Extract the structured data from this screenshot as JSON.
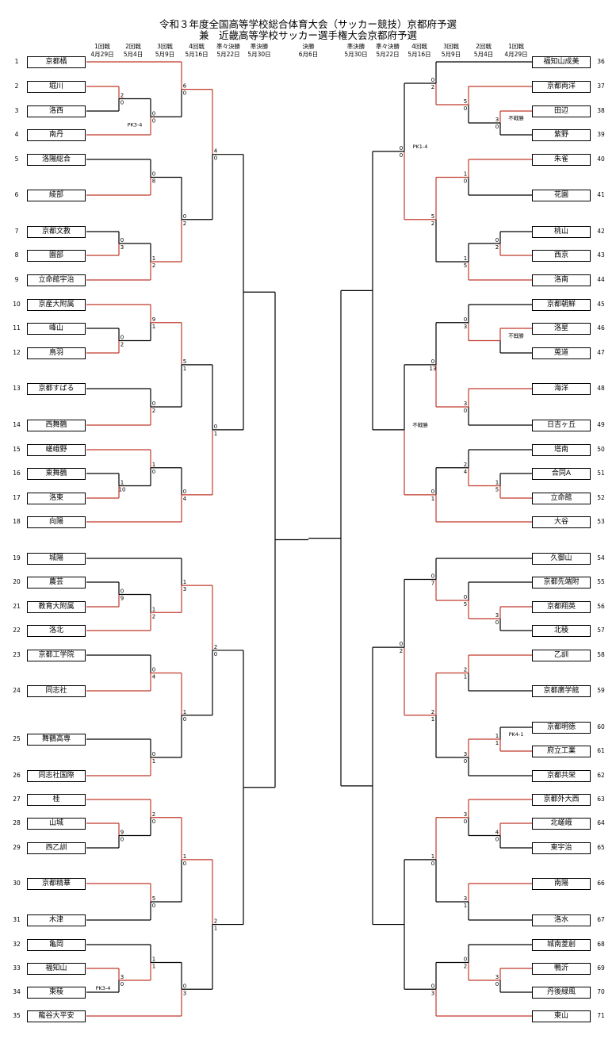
{
  "title": {
    "line1": "令和３年度全国高等学校総合体育大会（サッカー競技）京都府予選",
    "line2": "兼　近畿高等学校サッカー選手権大会京都府予選"
  },
  "round_headers_left": [
    {
      "round": "1回戦",
      "date": "4月29日"
    },
    {
      "round": "2回戦",
      "date": "5月4日"
    },
    {
      "round": "3回戦",
      "date": "5月9日"
    },
    {
      "round": "4回戦",
      "date": "5月16日"
    },
    {
      "round": "準々決勝",
      "date": "5月22日"
    },
    {
      "round": "準決勝",
      "date": "5月30日"
    }
  ],
  "final_header": {
    "round": "決勝",
    "date": "6月6日"
  },
  "round_headers_right": [
    {
      "round": "準決勝",
      "date": "5月30日"
    },
    {
      "round": "準々決勝",
      "date": "5月22日"
    },
    {
      "round": "4回戦",
      "date": "5月16日"
    },
    {
      "round": "3回戦",
      "date": "5月9日"
    },
    {
      "round": "2回戦",
      "date": "5月4日"
    },
    {
      "round": "1回戦",
      "date": "4月29日"
    }
  ],
  "left_teams": [
    {
      "no": "1",
      "name": "京都橘"
    },
    {
      "no": "2",
      "name": "堀川"
    },
    {
      "no": "3",
      "name": "洛西"
    },
    {
      "no": "4",
      "name": "南丹"
    },
    {
      "no": "5",
      "name": "洛陽総合"
    },
    {
      "no": "6",
      "name": "綾部"
    },
    {
      "no": "7",
      "name": "京都文教"
    },
    {
      "no": "8",
      "name": "園部"
    },
    {
      "no": "9",
      "name": "立命館宇治"
    },
    {
      "no": "10",
      "name": "京産大附属"
    },
    {
      "no": "11",
      "name": "峰山"
    },
    {
      "no": "12",
      "name": "鳥羽"
    },
    {
      "no": "13",
      "name": "京都すばる"
    },
    {
      "no": "14",
      "name": "西舞鶴"
    },
    {
      "no": "15",
      "name": "嵯峨野"
    },
    {
      "no": "16",
      "name": "東舞鶴"
    },
    {
      "no": "17",
      "name": "洛東"
    },
    {
      "no": "18",
      "name": "向陽"
    },
    {
      "no": "19",
      "name": "城陽"
    },
    {
      "no": "20",
      "name": "農芸"
    },
    {
      "no": "21",
      "name": "教育大附属"
    },
    {
      "no": "22",
      "name": "洛北"
    },
    {
      "no": "23",
      "name": "京都工学院"
    },
    {
      "no": "24",
      "name": "同志社"
    },
    {
      "no": "25",
      "name": "舞鶴高専"
    },
    {
      "no": "26",
      "name": "同志社国際"
    },
    {
      "no": "27",
      "name": "桂"
    },
    {
      "no": "28",
      "name": "山城"
    },
    {
      "no": "29",
      "name": "西乙訓"
    },
    {
      "no": "30",
      "name": "京都精華"
    },
    {
      "no": "31",
      "name": "木津"
    },
    {
      "no": "32",
      "name": "亀岡"
    },
    {
      "no": "33",
      "name": "福知山"
    },
    {
      "no": "34",
      "name": "東稜"
    },
    {
      "no": "35",
      "name": "龍谷大平安"
    }
  ],
  "right_teams": [
    {
      "no": "36",
      "name": "福知山成美"
    },
    {
      "no": "37",
      "name": "京都両洋"
    },
    {
      "no": "38",
      "name": "田辺"
    },
    {
      "no": "39",
      "name": "紫野"
    },
    {
      "no": "40",
      "name": "朱雀"
    },
    {
      "no": "41",
      "name": "花園"
    },
    {
      "no": "42",
      "name": "桃山"
    },
    {
      "no": "43",
      "name": "西京"
    },
    {
      "no": "44",
      "name": "洛南"
    },
    {
      "no": "45",
      "name": "京都朝鮮"
    },
    {
      "no": "46",
      "name": "洛星"
    },
    {
      "no": "47",
      "name": "莵道"
    },
    {
      "no": "48",
      "name": "海洋"
    },
    {
      "no": "49",
      "name": "日吉ヶ丘"
    },
    {
      "no": "50",
      "name": "塔南"
    },
    {
      "no": "51",
      "name": "合同A"
    },
    {
      "no": "52",
      "name": "立命館"
    },
    {
      "no": "53",
      "name": "大谷"
    },
    {
      "no": "54",
      "name": "久御山"
    },
    {
      "no": "55",
      "name": "京都先端附"
    },
    {
      "no": "56",
      "name": "京都翔英"
    },
    {
      "no": "57",
      "name": "北稜"
    },
    {
      "no": "58",
      "name": "乙訓"
    },
    {
      "no": "59",
      "name": "京都廣学館"
    },
    {
      "no": "60",
      "name": "京都明徳"
    },
    {
      "no": "61",
      "name": "府立工業"
    },
    {
      "no": "62",
      "name": "京都共栄"
    },
    {
      "no": "63",
      "name": "京都外大西"
    },
    {
      "no": "64",
      "name": "北嵯峨"
    },
    {
      "no": "65",
      "name": "東宇治"
    },
    {
      "no": "66",
      "name": "南陽"
    },
    {
      "no": "67",
      "name": "洛水"
    },
    {
      "no": "68",
      "name": "城南菱創"
    },
    {
      "no": "69",
      "name": "鴨沂"
    },
    {
      "no": "70",
      "name": "丹後緑風"
    },
    {
      "no": "71",
      "name": "東山"
    }
  ],
  "matches": [
    {
      "id": "L1",
      "score_top": "2",
      "score_bottom": "0",
      "winner": "top"
    },
    {
      "id": "L2",
      "score_top": "0",
      "score_bottom": "0",
      "winner": "bottom",
      "note": "PK3-4"
    },
    {
      "id": "L3",
      "score_top": "6",
      "score_bottom": "0",
      "winner": "top"
    },
    {
      "id": "L4",
      "score_top": "0",
      "score_bottom": "8",
      "winner": "bottom"
    },
    {
      "id": "L5",
      "score_top": "0",
      "score_bottom": "3",
      "winner": "bottom"
    },
    {
      "id": "L6",
      "score_top": "1",
      "score_bottom": "2",
      "winner": "bottom"
    },
    {
      "id": "L7",
      "score_top": "0",
      "score_bottom": "2",
      "winner": "bottom"
    },
    {
      "id": "L8",
      "score_top": "4",
      "score_bottom": "0",
      "winner": "top"
    },
    {
      "id": "L9",
      "score_top": "0",
      "score_bottom": "2",
      "winner": "bottom"
    },
    {
      "id": "L10",
      "score_top": "9",
      "score_bottom": "1",
      "winner": "top"
    },
    {
      "id": "L11",
      "score_top": "0",
      "score_bottom": "2",
      "winner": "bottom"
    },
    {
      "id": "L12",
      "score_top": "5",
      "score_bottom": "1",
      "winner": "top"
    },
    {
      "id": "L13",
      "score_top": "1",
      "score_bottom": "10",
      "winner": "bottom"
    },
    {
      "id": "L14",
      "score_top": "1",
      "score_bottom": "0",
      "winner": "top"
    },
    {
      "id": "L15",
      "score_top": "0",
      "score_bottom": "4",
      "winner": "bottom"
    },
    {
      "id": "L16",
      "score_top": "0",
      "score_bottom": "1",
      "winner": "bottom"
    },
    {
      "id": "L17",
      "score_top": "0",
      "score_bottom": "9",
      "winner": "bottom"
    },
    {
      "id": "L18",
      "score_top": "1",
      "score_bottom": "2",
      "winner": "bottom"
    },
    {
      "id": "L19",
      "score_top": "1",
      "score_bottom": "3",
      "winner": "bottom"
    },
    {
      "id": "L20",
      "score_top": "0",
      "score_bottom": "4",
      "winner": "bottom"
    },
    {
      "id": "L21",
      "score_top": "0",
      "score_bottom": "1",
      "winner": "bottom"
    },
    {
      "id": "L22",
      "score_top": "1",
      "score_bottom": "0",
      "winner": "top"
    },
    {
      "id": "L23",
      "score_top": "2",
      "score_bottom": "0",
      "winner": "top"
    },
    {
      "id": "L24",
      "score_top": "9",
      "score_bottom": "0",
      "winner": "top"
    },
    {
      "id": "L25",
      "score_top": "2",
      "score_bottom": "0",
      "winner": "top"
    },
    {
      "id": "L26",
      "score_top": "5",
      "score_bottom": "0",
      "winner": "top"
    },
    {
      "id": "L27",
      "score_top": "1",
      "score_bottom": "0",
      "winner": "top"
    },
    {
      "id": "L28",
      "score_top": "3",
      "score_bottom": "0",
      "winner": "top",
      "note": "PK3-4"
    },
    {
      "id": "L29",
      "score_top": "1",
      "score_bottom": "1",
      "winner": "bottom"
    },
    {
      "id": "L30",
      "score_top": "0",
      "score_bottom": "3",
      "winner": "bottom"
    },
    {
      "id": "L31",
      "score_top": "2",
      "score_bottom": "1",
      "winner": "top"
    },
    {
      "id": "R1",
      "score_top": "3",
      "score_bottom": "0",
      "winner": "top",
      "note": "不戦勝"
    },
    {
      "id": "R2",
      "score_top": "5",
      "score_bottom": "0",
      "winner": "top"
    },
    {
      "id": "R3",
      "score_top": "0",
      "score_bottom": "2",
      "winner": "bottom"
    },
    {
      "id": "R4",
      "score_top": "1",
      "score_bottom": "0",
      "winner": "top"
    },
    {
      "id": "R5",
      "score_top": "0",
      "score_bottom": "2",
      "winner": "bottom"
    },
    {
      "id": "R6",
      "score_top": "1",
      "score_bottom": "5",
      "winner": "bottom"
    },
    {
      "id": "R7",
      "score_top": "5",
      "score_bottom": "2",
      "winner": "top"
    },
    {
      "id": "R8",
      "score_top": "0",
      "score_bottom": "0",
      "winner": "bottom",
      "note": "PK1-4"
    },
    {
      "id": "R9",
      "score_top": "",
      "score_bottom": "",
      "winner": "top",
      "note": "不戦勝"
    },
    {
      "id": "R10",
      "score_top": "0",
      "score_bottom": "3",
      "winner": "bottom"
    },
    {
      "id": "R11",
      "score_top": "3",
      "score_bottom": "0",
      "winner": "top"
    },
    {
      "id": "R12",
      "score_top": "0",
      "score_bottom": "13",
      "winner": "bottom"
    },
    {
      "id": "R13",
      "score_top": "1",
      "score_bottom": "5",
      "winner": "bottom"
    },
    {
      "id": "R14",
      "score_top": "2",
      "score_bottom": "4",
      "winner": "bottom"
    },
    {
      "id": "R15",
      "score_top": "0",
      "score_bottom": "1",
      "winner": "bottom"
    },
    {
      "id": "R16",
      "score_top": "",
      "score_bottom": "",
      "winner": "bottom",
      "note": "不戦勝"
    },
    {
      "id": "R17",
      "score_top": "3",
      "score_bottom": "0",
      "winner": "top"
    },
    {
      "id": "R18",
      "score_top": "0",
      "score_bottom": "5",
      "winner": "bottom"
    },
    {
      "id": "R19",
      "score_top": "0",
      "score_bottom": "7",
      "winner": "bottom"
    },
    {
      "id": "R20",
      "score_top": "2",
      "score_bottom": "1",
      "winner": "top"
    },
    {
      "id": "R21",
      "score_top": "1",
      "score_bottom": "1",
      "winner": "bottom",
      "note": "PK4-1"
    },
    {
      "id": "R22",
      "score_top": "3",
      "score_bottom": "0",
      "winner": "top"
    },
    {
      "id": "R23",
      "score_top": "2",
      "score_bottom": "1",
      "winner": "top"
    },
    {
      "id": "R24",
      "score_top": "0",
      "score_bottom": "2",
      "winner": "bottom"
    },
    {
      "id": "R25",
      "score_top": "4",
      "score_bottom": "0",
      "winner": "top"
    },
    {
      "id": "R26",
      "score_top": "3",
      "score_bottom": "0",
      "winner": "top"
    },
    {
      "id": "R27",
      "score_top": "3",
      "score_bottom": "1",
      "winner": "top"
    },
    {
      "id": "R28",
      "score_top": "1",
      "score_bottom": "0",
      "winner": "top"
    },
    {
      "id": "R29",
      "score_top": "3",
      "score_bottom": "0",
      "winner": "top"
    },
    {
      "id": "R30",
      "score_top": "0",
      "score_bottom": "2",
      "winner": "bottom"
    },
    {
      "id": "R31",
      "score_top": "0",
      "score_bottom": "3",
      "winner": "bottom"
    }
  ],
  "colors": {
    "win_line": "#c0392b",
    "line": "#000000"
  }
}
